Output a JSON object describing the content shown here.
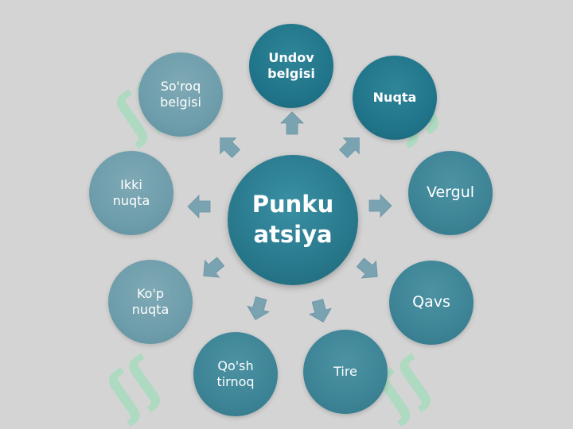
{
  "diagram": {
    "center": {
      "label": "Punku\natsiya"
    },
    "nodes": [
      {
        "key": "undov",
        "label": "Undov\nbelgisi",
        "shade": "dark"
      },
      {
        "key": "nuqta",
        "label": "Nuqta",
        "shade": "dark"
      },
      {
        "key": "vergul",
        "label": "Vergul",
        "shade": "mid"
      },
      {
        "key": "qavs",
        "label": "Qavs",
        "shade": "mid"
      },
      {
        "key": "tire",
        "label": "Tire",
        "shade": "mid"
      },
      {
        "key": "qoshtirnoq",
        "label": "Qo'sh\ntirnoq",
        "shade": "mid"
      },
      {
        "key": "kopnuqta",
        "label": "Ko'p\nnuqta",
        "shade": "light"
      },
      {
        "key": "ikkinuqta",
        "label": "Ikki\nnuqta",
        "shade": "light"
      },
      {
        "key": "soroq",
        "label": "So'roq\nbelgisi",
        "shade": "light"
      }
    ]
  },
  "colors": {
    "background": "#d4d4d4",
    "arrow": "#7aa3b2",
    "watermark": "#8fe0b0"
  }
}
